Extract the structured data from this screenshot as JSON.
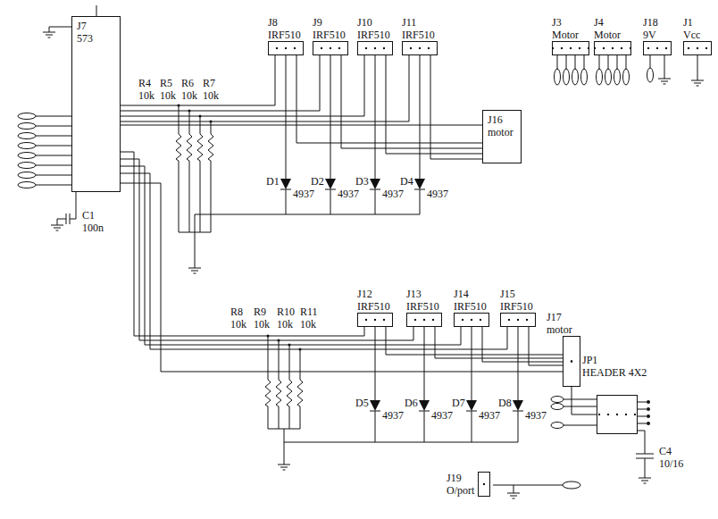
{
  "diagram": {
    "nodes": [
      {
        "text": [
          "J7",
          "573"
        ]
      },
      {
        "text": [
          "J8",
          "IRF510"
        ]
      },
      {
        "text": [
          "J9",
          "IRF510"
        ]
      },
      {
        "text": [
          "J10",
          "IRF510"
        ]
      },
      {
        "text": [
          "J11",
          "IRF510"
        ]
      },
      {
        "text": [
          "J16",
          "motor"
        ]
      },
      {
        "text": [
          "J3",
          "Motor"
        ]
      },
      {
        "text": [
          "J4",
          "Motor"
        ]
      },
      {
        "text": [
          "J18",
          "9V"
        ]
      },
      {
        "text": [
          "J1",
          "Vcc"
        ]
      },
      {
        "text": [
          "J12",
          "IRF510"
        ]
      },
      {
        "text": [
          "J13",
          "IRF510"
        ]
      },
      {
        "text": [
          "J14",
          "IRF510"
        ]
      },
      {
        "text": [
          "J15",
          "IRF510"
        ]
      },
      {
        "text": [
          "J17",
          "motor"
        ]
      },
      {
        "text": [
          "JP1",
          "HEADER 4X2"
        ]
      },
      {
        "text": [
          "J19",
          "O/port"
        ]
      }
    ],
    "edges": [
      {
        "from": 0,
        "to": 5,
        "arrow": "none"
      },
      {
        "from": 0,
        "to": 14,
        "arrow": "none"
      },
      {
        "from": 14,
        "to": 15,
        "arrow": "none"
      }
    ],
    "labels": [
      "R4",
      "R5",
      "R6",
      "R7",
      "10k",
      "10k",
      "10k",
      "10k",
      "D1",
      "4937",
      "D2",
      "4937",
      "D3",
      "4937",
      "D4",
      "4937",
      "C1",
      "100n",
      "R8",
      "R9",
      "R10",
      "R11",
      "10k",
      "10k",
      "10k",
      "10k",
      "D5",
      "4937",
      "D6",
      "4937",
      "D7",
      "4937",
      "D8",
      "4937",
      "C4",
      "10/16"
    ]
  }
}
